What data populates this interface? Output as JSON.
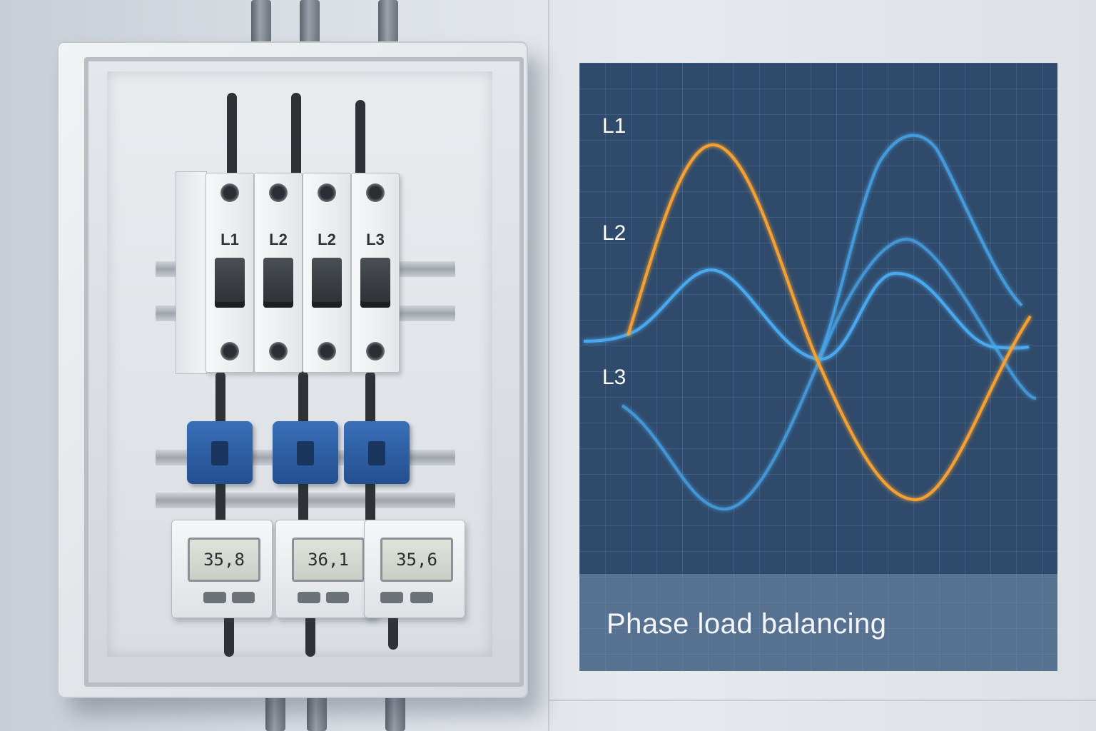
{
  "breakers": [
    {
      "label": "L1"
    },
    {
      "label": "L2"
    },
    {
      "label": "L2"
    },
    {
      "label": "L3"
    }
  ],
  "meters": [
    {
      "reading": "35,8"
    },
    {
      "reading": "36,1"
    },
    {
      "reading": "35,6"
    }
  ],
  "chart": {
    "labels": [
      "L1",
      "L2",
      "L3"
    ],
    "caption": "Phase load balancing",
    "colors": {
      "orange": "#f5a030",
      "blue": "#4aa8ee",
      "panel": "#2f4a6b"
    }
  }
}
